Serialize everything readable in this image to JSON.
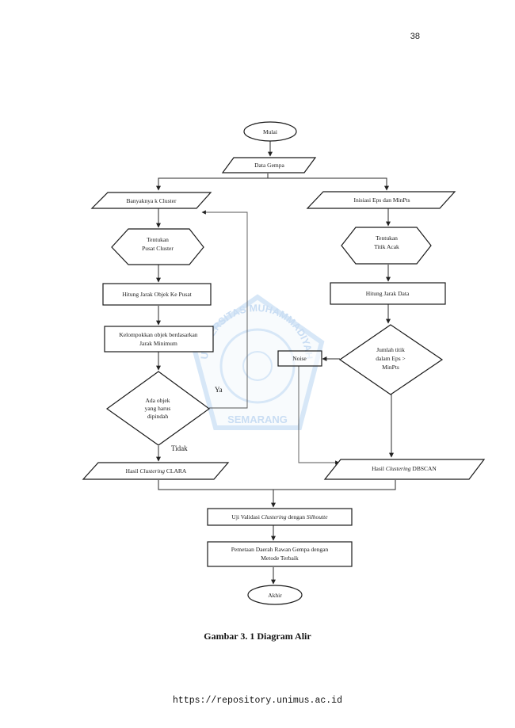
{
  "page_number": "38",
  "nodes": {
    "mulai": "Mulai",
    "data_gempa": "Data Gempa",
    "banyaknya_cluster": "Banyaknya k Cluster",
    "tentukan_pusat_1": "Tentukan",
    "tentukan_pusat_2": "Pusat Cluster",
    "hitung_jarak_objek": "Hitung Jarak Objek Ke Pusat",
    "kelompokkan_1": "Kelompokkan objek berdasarkan",
    "kelompokkan_2": "Jarak Minimum",
    "ada_objek_1": "Ada objek",
    "ada_objek_2": "yang harus",
    "ada_objek_3": "dipindah",
    "hasil_clara_prefix": "Hasil ",
    "hasil_clara_italic": "Clustering",
    "hasil_clara_suffix": " CLARA",
    "inisiasi": "Inisiasi Eps dan MinPts",
    "tentukan_titik_1": "Tentukan",
    "tentukan_titik_2": "Titik Acak",
    "hitung_jarak_data": "Hitung Jarak Data",
    "jumlah_titik_1": "Jumlah titik",
    "jumlah_titik_2": "dalam Eps >",
    "jumlah_titik_3": "MinPts",
    "noise": "Noise",
    "hasil_dbscan_prefix": "Hasil ",
    "hasil_dbscan_italic": "Clustering",
    "hasil_dbscan_suffix": " DBSCAN",
    "uji_prefix": "Uji Validasi ",
    "uji_italic_1": "Clustering",
    "uji_mid": " dengan ",
    "uji_italic_2": "Silhoutte",
    "pemetaan_1": "Pemetaan Daerah Rawan Gempa dengan",
    "pemetaan_2": "Metode Terbaik",
    "akhir": "Akhir"
  },
  "labels": {
    "ya": "Ya",
    "tidak": "Tidak"
  },
  "watermark": {
    "top_text": "UNIVERSITAS MUHAMMADIYAH",
    "bottom_text": "SEMARANG",
    "color": "#9ec3ea"
  },
  "caption": "Gambar 3. 1 Diagram Alir",
  "footer_url": "https://repository.unimus.ac.id"
}
